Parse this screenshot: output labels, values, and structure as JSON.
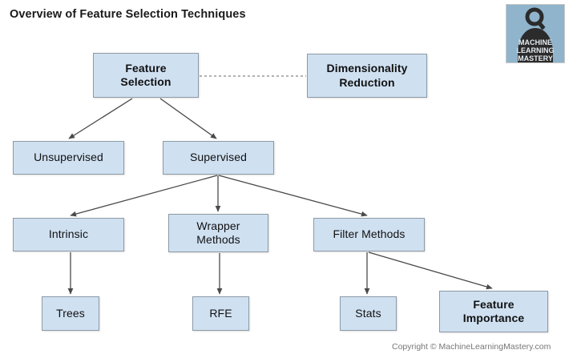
{
  "page": {
    "title": "Overview of Feature Selection Techniques",
    "copyright": "Copyright © MachineLearningMastery.com",
    "background_color": "#ffffff"
  },
  "logo": {
    "name": "machine-learning-mastery-logo",
    "line1": "MACHINE",
    "line2": "LEARNING",
    "line3": "MASTERY",
    "background_color": "#8fb4cc",
    "figure_color": "#2b2b2b"
  },
  "style": {
    "node_fill": "#cfe0f1",
    "node_border": "#8d9aa6",
    "edge_color": "#4a4a4a",
    "dotted_edge_color": "#9a9a9a",
    "text_color": "#111111",
    "copyright_color": "#777777"
  },
  "diagram": {
    "type": "tree",
    "nodes": [
      {
        "id": "feature-selection",
        "label": "Feature\nSelection",
        "label_lines": [
          "Feature",
          "Selection"
        ],
        "bold": true,
        "level": 0
      },
      {
        "id": "dimensionality-reduction",
        "label": "Dimensionality\nReduction",
        "label_lines": [
          "Dimensionality",
          "Reduction"
        ],
        "bold": true,
        "level": 0
      },
      {
        "id": "unsupervised",
        "label": "Unsupervised",
        "label_lines": [
          "Unsupervised"
        ],
        "bold": false,
        "level": 1
      },
      {
        "id": "supervised",
        "label": "Supervised",
        "label_lines": [
          "Supervised"
        ],
        "bold": false,
        "level": 1
      },
      {
        "id": "intrinsic",
        "label": "Intrinsic",
        "label_lines": [
          "Intrinsic"
        ],
        "bold": false,
        "level": 2
      },
      {
        "id": "wrapper-methods",
        "label": "Wrapper\nMethods",
        "label_lines": [
          "Wrapper",
          "Methods"
        ],
        "bold": false,
        "level": 2
      },
      {
        "id": "filter-methods",
        "label": "Filter Methods",
        "label_lines": [
          "Filter Methods"
        ],
        "bold": false,
        "level": 2
      },
      {
        "id": "trees",
        "label": "Trees",
        "label_lines": [
          "Trees"
        ],
        "bold": false,
        "level": 3
      },
      {
        "id": "rfe",
        "label": "RFE",
        "label_lines": [
          "RFE"
        ],
        "bold": false,
        "level": 3
      },
      {
        "id": "stats",
        "label": "Stats",
        "label_lines": [
          "Stats"
        ],
        "bold": false,
        "level": 3
      },
      {
        "id": "feature-importance",
        "label": "Feature\nImportance",
        "label_lines": [
          "Feature",
          "Importance"
        ],
        "bold": true,
        "level": 3
      }
    ],
    "edges": [
      {
        "from": "feature-selection",
        "to": "dimensionality-reduction",
        "style": "dotted",
        "arrow": false
      },
      {
        "from": "feature-selection",
        "to": "unsupervised",
        "style": "solid",
        "arrow": true
      },
      {
        "from": "feature-selection",
        "to": "supervised",
        "style": "solid",
        "arrow": true
      },
      {
        "from": "supervised",
        "to": "intrinsic",
        "style": "solid",
        "arrow": true
      },
      {
        "from": "supervised",
        "to": "wrapper-methods",
        "style": "solid",
        "arrow": true
      },
      {
        "from": "supervised",
        "to": "filter-methods",
        "style": "solid",
        "arrow": true
      },
      {
        "from": "intrinsic",
        "to": "trees",
        "style": "solid",
        "arrow": true
      },
      {
        "from": "wrapper-methods",
        "to": "rfe",
        "style": "solid",
        "arrow": true
      },
      {
        "from": "filter-methods",
        "to": "stats",
        "style": "solid",
        "arrow": true
      },
      {
        "from": "filter-methods",
        "to": "feature-importance",
        "style": "solid",
        "arrow": true
      }
    ]
  }
}
